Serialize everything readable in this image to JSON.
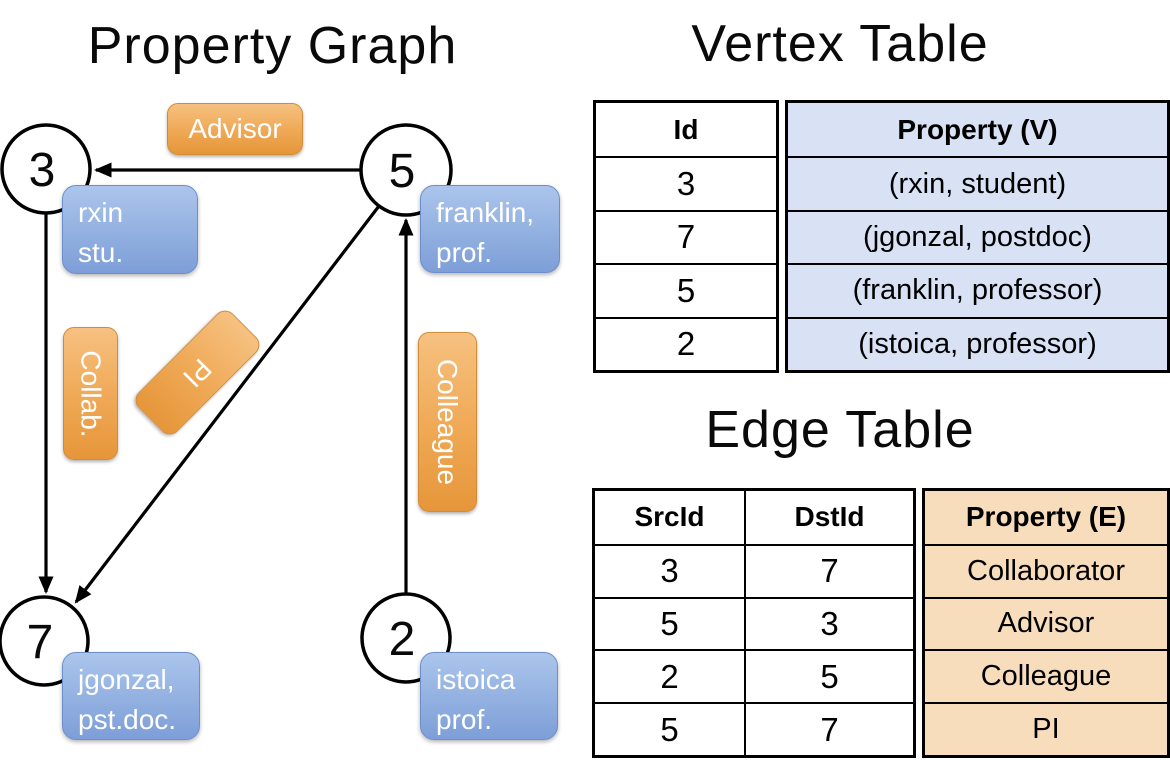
{
  "graph": {
    "title": "Property Graph",
    "nodes": [
      {
        "id": "3",
        "property_line1": "rxin",
        "property_line2": "stu."
      },
      {
        "id": "5",
        "property_line1": "franklin,",
        "property_line2": "prof."
      },
      {
        "id": "7",
        "property_line1": "jgonzal,",
        "property_line2": "pst.doc."
      },
      {
        "id": "2",
        "property_line1": "istoica",
        "property_line2": "prof."
      }
    ],
    "edges": [
      {
        "src": "5",
        "dst": "3",
        "label": "Advisor"
      },
      {
        "src": "3",
        "dst": "7",
        "label": "Collab."
      },
      {
        "src": "5",
        "dst": "7",
        "label": "PI"
      },
      {
        "src": "2",
        "dst": "5",
        "label": "Colleague"
      }
    ]
  },
  "vertex_table": {
    "title": "Vertex Table",
    "columns": {
      "id": "Id",
      "property": "Property (V)"
    },
    "rows": [
      {
        "id": "3",
        "property": "(rxin, student)"
      },
      {
        "id": "7",
        "property": "(jgonzal, postdoc)"
      },
      {
        "id": "5",
        "property": "(franklin, professor)"
      },
      {
        "id": "2",
        "property": "(istoica, professor)"
      }
    ]
  },
  "edge_table": {
    "title": "Edge Table",
    "columns": {
      "src": "SrcId",
      "dst": "DstId",
      "property": "Property (E)"
    },
    "rows": [
      {
        "src": "3",
        "dst": "7",
        "property": "Collaborator"
      },
      {
        "src": "5",
        "dst": "3",
        "property": "Advisor"
      },
      {
        "src": "2",
        "dst": "5",
        "property": "Colleague"
      },
      {
        "src": "5",
        "dst": "7",
        "property": "PI"
      }
    ]
  },
  "colors": {
    "edge_label_orange_top": "#f6c181",
    "edge_label_orange_bottom": "#e6963a",
    "vertex_label_blue_top": "#abc5ec",
    "vertex_label_blue_bottom": "#7d9ed8",
    "vertex_property_fill": "#d8e2f4",
    "edge_property_fill": "#f7ddbc"
  }
}
